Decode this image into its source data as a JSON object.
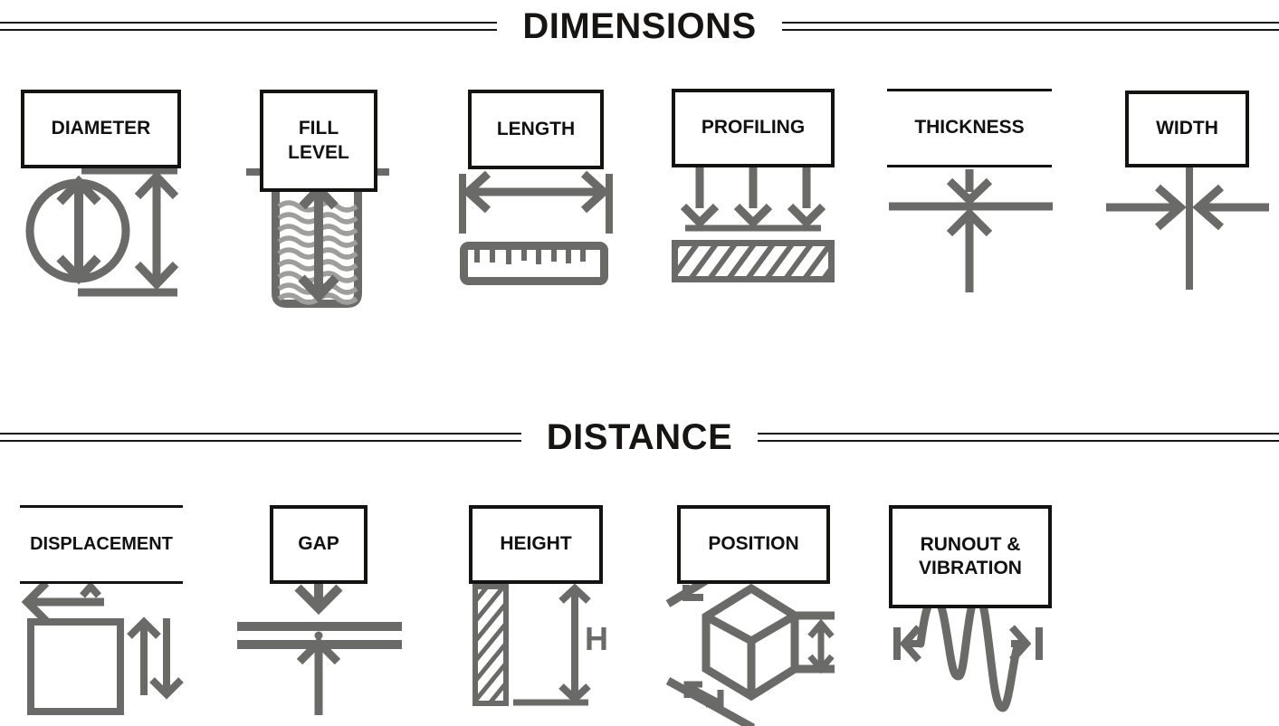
{
  "colors": {
    "icon_gray": "#6a6a68",
    "wave_gray": "#9e9e9c",
    "ink": "#161514"
  },
  "sections": [
    {
      "title": "DIMENSIONS",
      "items": [
        {
          "label": "DIAMETER",
          "icon": "diameter-icon"
        },
        {
          "label": "FILL LEVEL",
          "icon": "fill-level-icon"
        },
        {
          "label": "LENGTH",
          "icon": "length-icon"
        },
        {
          "label": "PROFILING",
          "icon": "profiling-icon"
        },
        {
          "label": "THICKNESS",
          "icon": "thickness-icon"
        },
        {
          "label": "WIDTH",
          "icon": "width-icon"
        }
      ]
    },
    {
      "title": "DISTANCE",
      "items": [
        {
          "label": "DISPLACEMENT",
          "icon": "displacement-icon"
        },
        {
          "label": "GAP",
          "icon": "gap-icon"
        },
        {
          "label": "HEIGHT",
          "icon": "height-icon",
          "annotation": "H"
        },
        {
          "label": "POSITION",
          "icon": "position-icon"
        },
        {
          "label": "RUNOUT & VIBRATION",
          "icon": "runout-vibration-icon"
        }
      ]
    }
  ]
}
